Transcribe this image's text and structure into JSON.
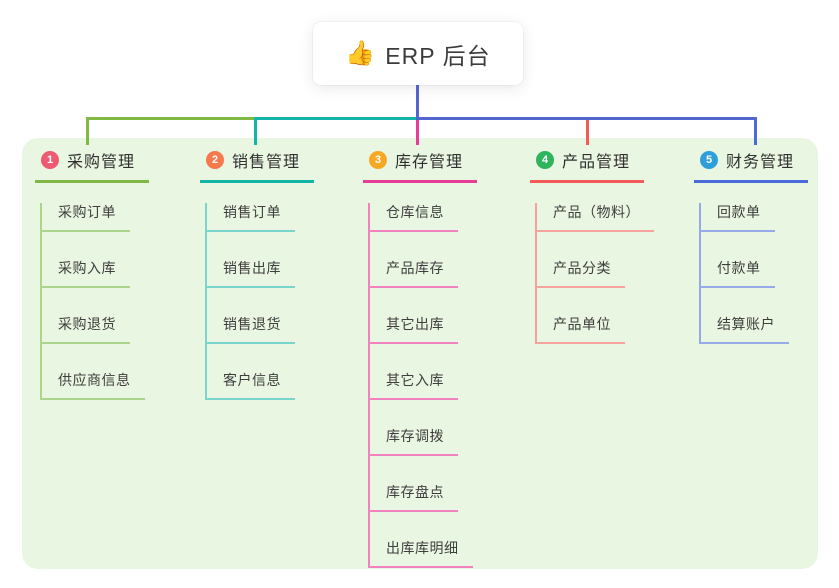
{
  "root": {
    "emoji": "👍",
    "label": "ERP 后台"
  },
  "colors": {
    "panel_bg": "#e9f6e1",
    "root_line": "#5365cf"
  },
  "branches": [
    {
      "num": "1",
      "label": "采购管理",
      "badge_color": "#ee5a71",
      "line_color": "#7fb842",
      "item_line_color": "#abd48c",
      "items": [
        "采购订单",
        "采购入库",
        "采购退货",
        "供应商信息"
      ]
    },
    {
      "num": "2",
      "label": "销售管理",
      "badge_color": "#f5794d",
      "line_color": "#14b5a9",
      "item_line_color": "#79d6cc",
      "items": [
        "销售订单",
        "销售出库",
        "销售退货",
        "客户信息"
      ]
    },
    {
      "num": "3",
      "label": "库存管理",
      "badge_color": "#f7a822",
      "line_color": "#e63d99",
      "item_line_color": "#f282bd",
      "items": [
        "仓库信息",
        "产品库存",
        "其它出库",
        "其它入库",
        "库存调拨",
        "库存盘点",
        "出库库明细"
      ]
    },
    {
      "num": "4",
      "label": "产品管理",
      "badge_color": "#2db45d",
      "line_color": "#f25b57",
      "item_line_color": "#f7a29c",
      "items": [
        "产品（物料）",
        "产品分类",
        "产品单位"
      ]
    },
    {
      "num": "5",
      "label": "财务管理",
      "badge_color": "#2f9fd9",
      "line_color": "#4a6bd8",
      "item_line_color": "#97aae8",
      "items": [
        "回款单",
        "付款单",
        "结算账户"
      ]
    }
  ]
}
